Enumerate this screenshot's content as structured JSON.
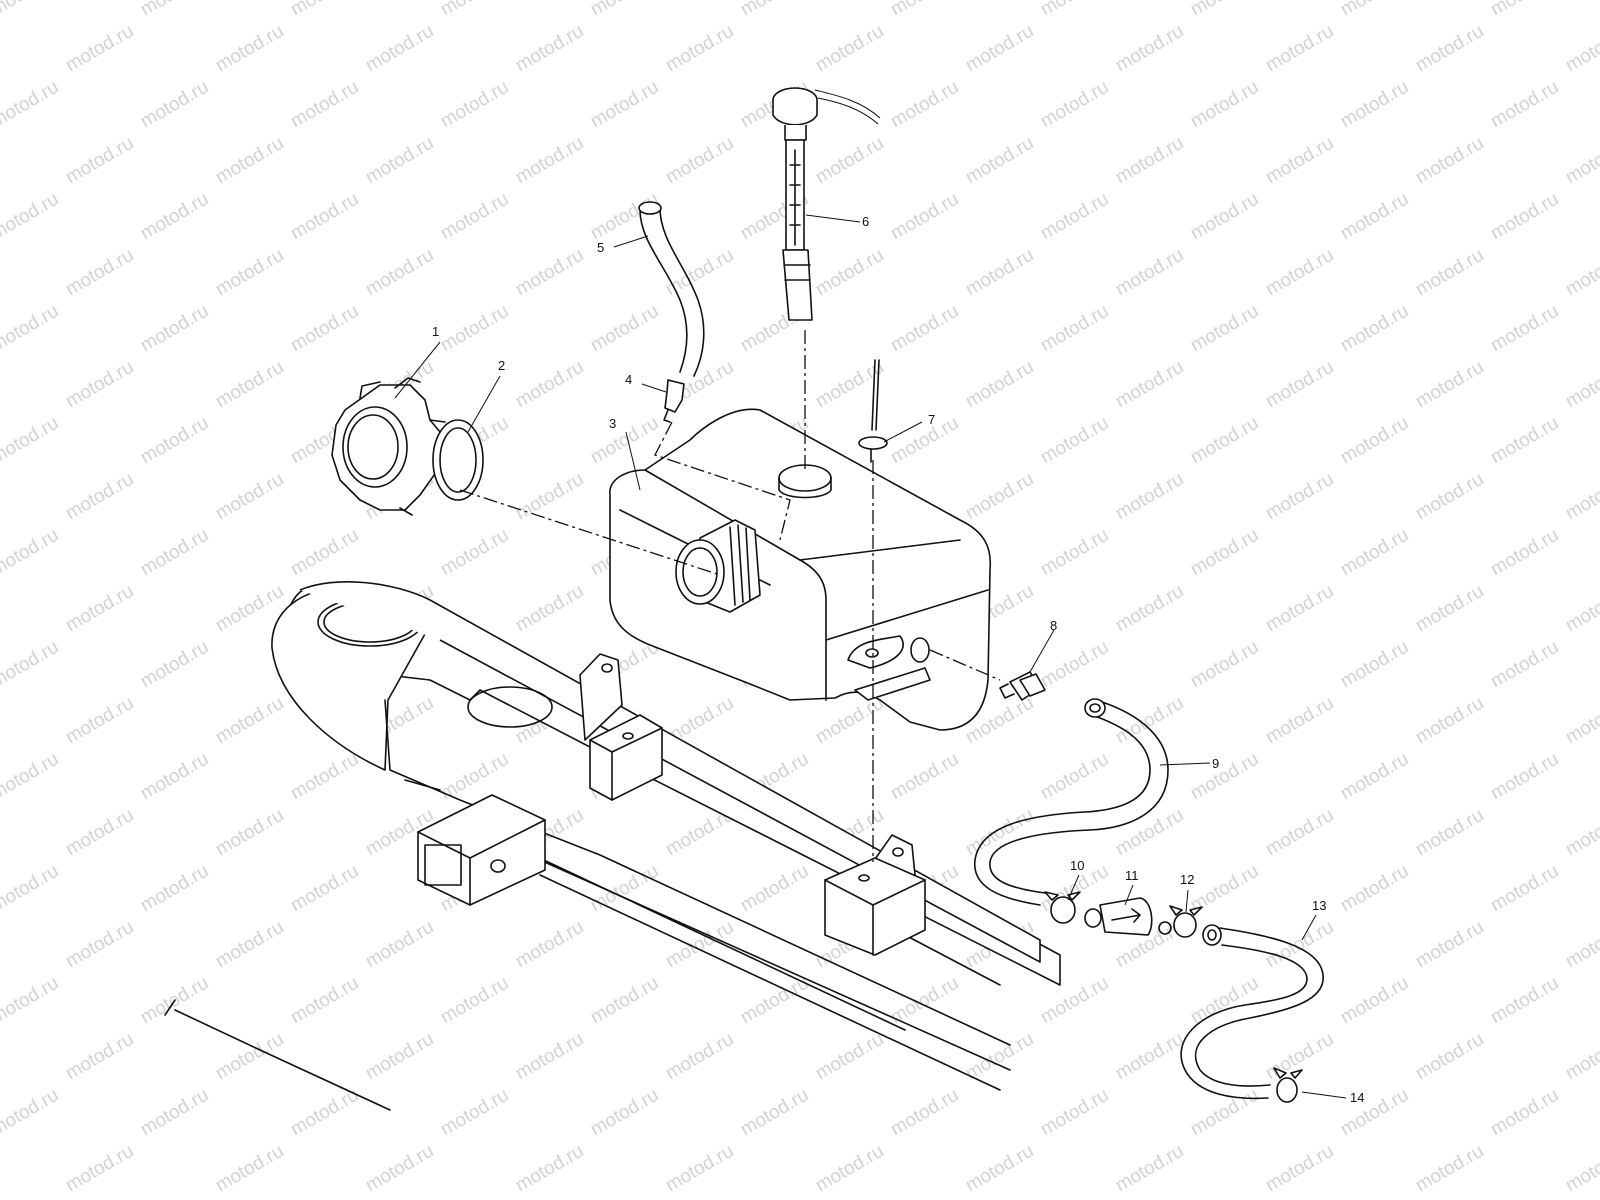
{
  "watermark": {
    "text": "motod.ru"
  },
  "callouts": [
    {
      "id": "cap",
      "label": "1"
    },
    {
      "id": "gasket",
      "label": "2"
    },
    {
      "id": "tank",
      "label": "3"
    },
    {
      "id": "vent-fitting",
      "label": "4"
    },
    {
      "id": "vent-hose",
      "label": "5"
    },
    {
      "id": "dipstick",
      "label": "6"
    },
    {
      "id": "strap",
      "label": "7"
    },
    {
      "id": "outlet-fitting",
      "label": "8"
    },
    {
      "id": "hose-upper",
      "label": "9"
    },
    {
      "id": "clamp-a",
      "label": "10"
    },
    {
      "id": "filter",
      "label": "11"
    },
    {
      "id": "clamp-b",
      "label": "12"
    },
    {
      "id": "hose-lower",
      "label": "13"
    },
    {
      "id": "clamp-c",
      "label": "14"
    }
  ]
}
